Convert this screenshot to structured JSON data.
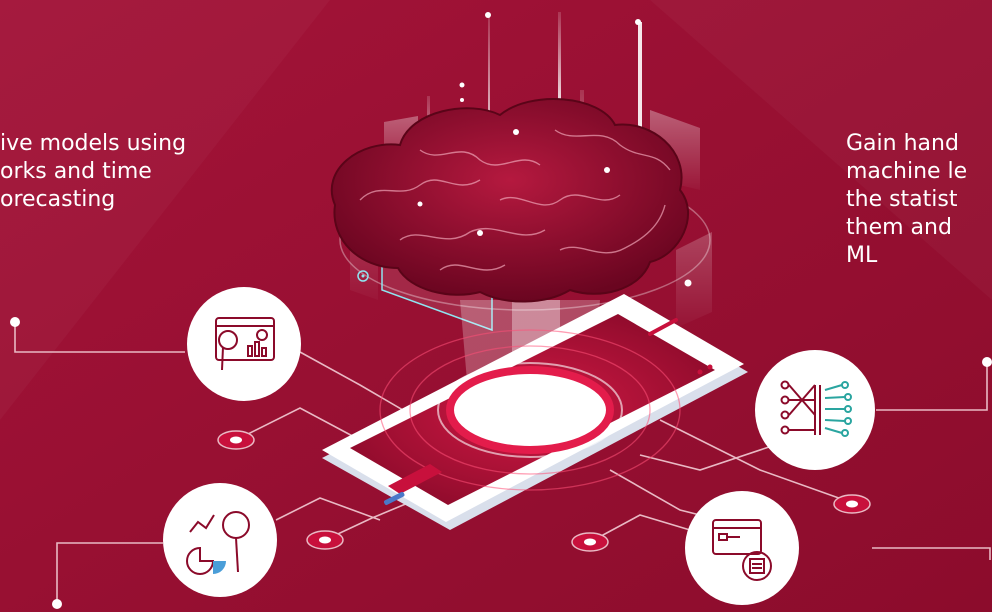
{
  "left_callout": {
    "lines": [
      "ive models using",
      "orks and time",
      "orecasting"
    ]
  },
  "right_callout": {
    "lines": [
      "Gain hand",
      "machine le",
      "the statist",
      "them and",
      "ML"
    ]
  },
  "icons": {
    "dashboard": "analytics-dashboard-icon",
    "pie_search": "pie-chart-search-icon",
    "neural": "neural-network-icon",
    "workflow": "workflow-settings-icon",
    "brain": "brain-icon",
    "phone": "smartphone-icon"
  },
  "colors": {
    "background": "#9a0f32",
    "accent": "#c8103c",
    "line": "#e9b9c4",
    "white": "#ffffff"
  }
}
